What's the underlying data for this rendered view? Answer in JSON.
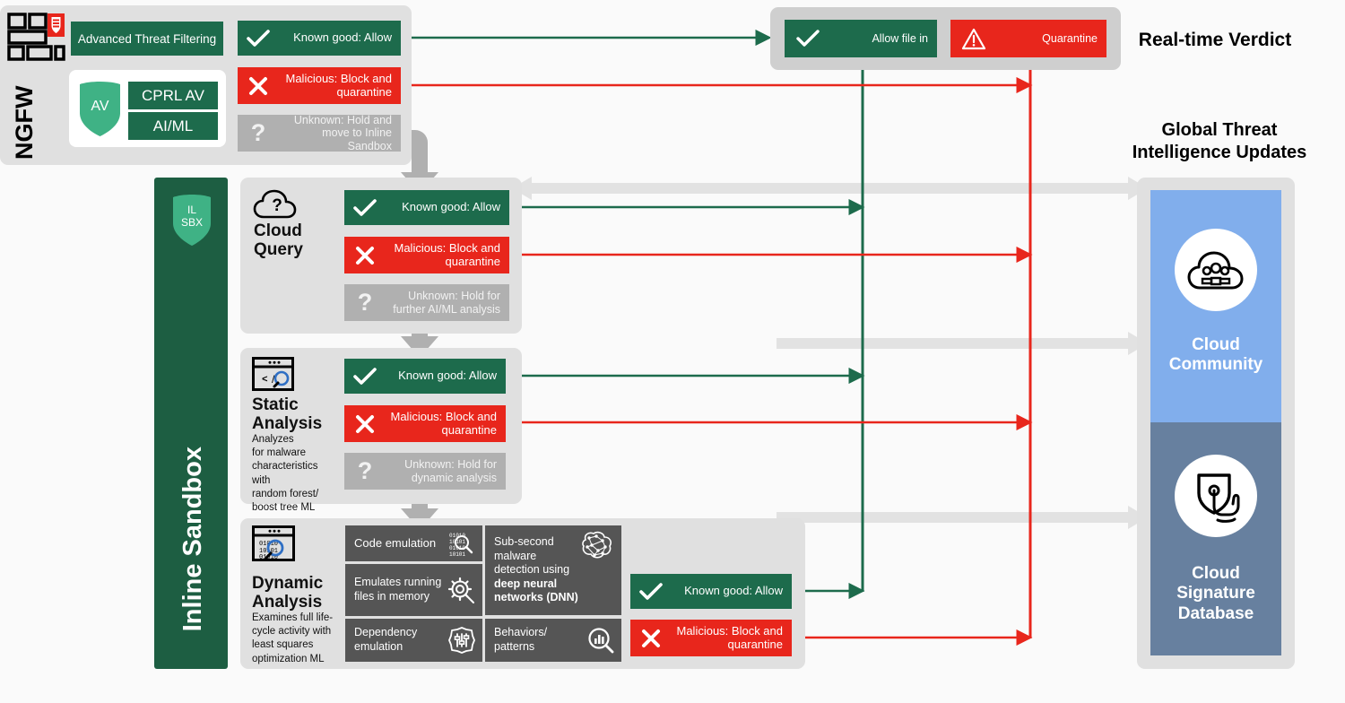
{
  "ngfw": {
    "label": "NGFW",
    "icon": "firewall-shield-icon",
    "advanced_threat_filtering": "Advanced Threat Filtering",
    "av": {
      "shield_label": "AV",
      "buttons": [
        "CPRL AV",
        "AI/ML"
      ]
    },
    "verdicts": [
      {
        "type": "good",
        "icon": "check-icon",
        "text": "Known good: Allow"
      },
      {
        "type": "bad",
        "icon": "x-icon",
        "text": "Malicious: Block and quarantine"
      },
      {
        "type": "unknown",
        "icon": "question-icon",
        "text": "Unknown: Hold and move to Inline Sandbox"
      }
    ]
  },
  "realtime": {
    "allow": {
      "icon": "check-icon",
      "text": "Allow file in"
    },
    "quarantine": {
      "icon": "warning-triangle-icon",
      "text": "Quarantine"
    },
    "heading": "Real-time Verdict"
  },
  "global_updates_heading": "Global Threat\nIntelligence Updates",
  "global_updates_line1": "Global Threat",
  "global_updates_line2": "Intelligence Updates",
  "sandbox": {
    "rail_label": "Inline Sandbox",
    "badge_line1": "IL",
    "badge_line2": "SBX",
    "badge_icon": "shield-icon"
  },
  "stages": [
    {
      "id": "cloud-query",
      "icon": "cloud-question-icon",
      "title_line1": "Cloud",
      "title_line2": "Query",
      "desc": "",
      "verdicts": [
        {
          "type": "good",
          "icon": "check-icon",
          "text": "Known good: Allow"
        },
        {
          "type": "bad",
          "icon": "x-icon",
          "text": "Malicious: Block and quarantine"
        },
        {
          "type": "unknown",
          "icon": "question-icon",
          "text": "Unknown: Hold for further AI/ML analysis"
        }
      ]
    },
    {
      "id": "static-analysis",
      "icon": "code-magnifier-icon",
      "title_line1": "Static",
      "title_line2": "Analysis",
      "desc": "Analyzes\nfor malware\ncharacteristics with\nrandom forest/\nboost tree ML",
      "verdicts": [
        {
          "type": "good",
          "icon": "check-icon",
          "text": "Known good: Allow"
        },
        {
          "type": "bad",
          "icon": "x-icon",
          "text": "Malicious: Block and quarantine"
        },
        {
          "type": "unknown",
          "icon": "question-icon",
          "text": "Unknown: Hold for dynamic analysis"
        }
      ]
    },
    {
      "id": "dynamic-analysis",
      "icon": "binary-magnifier-icon",
      "title_line1": "Dynamic",
      "title_line2": "Analysis",
      "desc": "Examines full life-\ncycle activity with\nleast squares\noptimization ML",
      "verdicts": [
        {
          "type": "good",
          "icon": "check-icon",
          "text": "Known good: Allow"
        },
        {
          "type": "bad",
          "icon": "x-icon",
          "text": "Malicious: Block and quarantine"
        }
      ]
    }
  ],
  "dynamic_tiles": [
    {
      "text": "Code emulation",
      "icon": "binary-magnifier-icon"
    },
    {
      "text": "Emulates running files in memory",
      "icon": "gear-target-icon"
    },
    {
      "text": "Dependency emulation",
      "icon": "settings-sliders-icon"
    },
    {
      "text": "Behaviors/ patterns",
      "icon": "chart-magnifier-icon"
    }
  ],
  "dnn_tile": {
    "prefix": "Sub-second malware detection using ",
    "bold": "deep neural networks (DNN)",
    "icon": "brain-network-icon"
  },
  "cloud": {
    "community_line1": "Cloud",
    "community_line2": "Community",
    "community_icon": "cloud-people-icon",
    "signature_line1": "Cloud",
    "signature_line2": "Signature",
    "signature_line3": "Database",
    "signature_icon": "shield-fingerprint-icon"
  },
  "colors": {
    "green": "#1d6b4c",
    "red": "#e8261c",
    "gray": "#b0b0b0",
    "panel": "#e0e0e0",
    "dark_green": "#1d5e42",
    "cloud_community": "#81aeec",
    "cloud_signature": "#67809f",
    "tile_dark": "#555555"
  }
}
